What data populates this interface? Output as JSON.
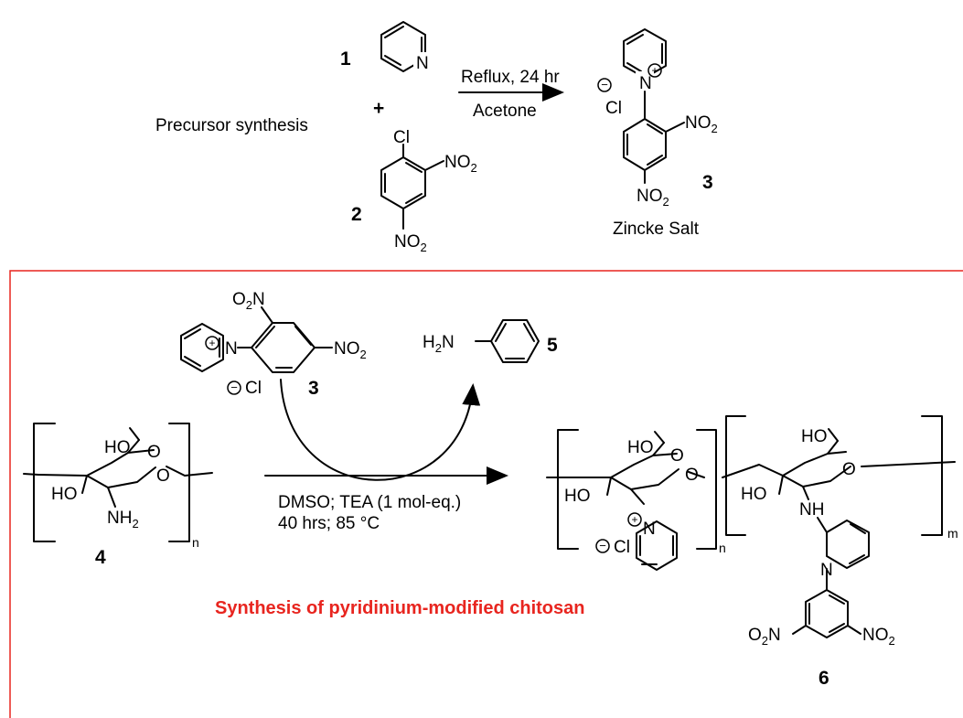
{
  "header": {
    "label": "Precursor synthesis"
  },
  "compounds": {
    "c1": {
      "number": "1",
      "atom_N": "N"
    },
    "plus": "+",
    "c2": {
      "number": "2",
      "atom_Cl": "Cl",
      "no2_a": "NO",
      "no2_b": "NO",
      "sub": "2"
    },
    "c3_top": {
      "number": "3",
      "atom_N": "N",
      "cl": "Cl",
      "no2_a": "NO",
      "no2_b": "NO",
      "sub": "2",
      "name": "Zincke Salt",
      "plus_sign": "+",
      "minus_sign": "−"
    },
    "c3_reagent": {
      "number": "3",
      "o2n": "O",
      "o2n_sub": "2",
      "o2n_n": "N",
      "no2": "NO",
      "sub": "2",
      "atom_N": "N",
      "cl": "Cl",
      "plus_sign": "+",
      "minus_sign": "−"
    },
    "c4": {
      "number": "4",
      "ho_top": "HO",
      "ho_left": "HO",
      "o_ring": "O",
      "o_link": "O",
      "nh2": "NH",
      "sub": "2",
      "n": "n"
    },
    "c5": {
      "number": "5",
      "h2n_h": "H",
      "h2n_sub": "2",
      "h2n_n": "N"
    },
    "c6": {
      "number": "6",
      "ho_a": "HO",
      "ho_b": "HO",
      "ho_c": "HO",
      "ho_d": "HO",
      "o_a": "O",
      "o_b": "O",
      "o_c": "O",
      "n_py": "N",
      "cl": "Cl",
      "nh": "NH",
      "n_dhp": "N",
      "o2n": "O",
      "o2n_sub": "2",
      "o2n_n": "N",
      "no2": "NO",
      "sub": "2",
      "n": "n",
      "m": "m",
      "plus_sign": "+",
      "minus_sign": "−"
    }
  },
  "arrows": {
    "top": {
      "above": "Reflux, 24 hr",
      "below": "Acetone"
    },
    "main": {
      "line1": "DMSO; TEA (1 mol-eq.)",
      "line2": "40 hrs; 85 °C"
    }
  },
  "caption": "Synthesis of pyridinium-modified chitosan",
  "colors": {
    "box_border": "#e8251f",
    "caption": "#e8251f"
  }
}
